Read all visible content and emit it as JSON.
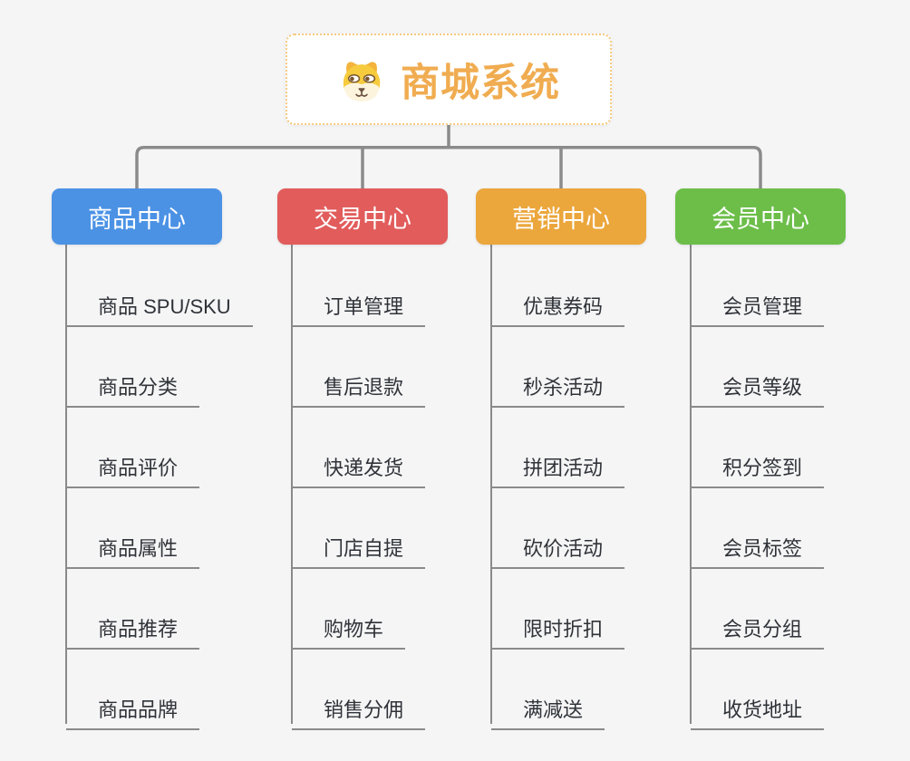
{
  "background_color": "#F5F5F6",
  "connector_color": "#8B8B8B",
  "child_connector_color": "#8A8A8A",
  "root": {
    "title": "商城系统",
    "icon": "dog-face-icon",
    "accent_color": "#F0AC50",
    "border_color": "#F5C97E"
  },
  "branches": [
    {
      "label": "商品中心",
      "color": "#4B92E5",
      "items": [
        "商品 SPU/SKU",
        "商品分类",
        "商品评价",
        "商品属性",
        "商品推荐",
        "商品品牌"
      ]
    },
    {
      "label": "交易中心",
      "color": "#E25C5C",
      "items": [
        "订单管理",
        "售后退款",
        "快递发货",
        "门店自提",
        "购物车",
        "销售分佣"
      ]
    },
    {
      "label": "营销中心",
      "color": "#EBA63C",
      "items": [
        "优惠券码",
        "秒杀活动",
        "拼团活动",
        "砍价活动",
        "限时折扣",
        "满减送"
      ]
    },
    {
      "label": "会员中心",
      "color": "#6CBE49",
      "items": [
        "会员管理",
        "会员等级",
        "积分签到",
        "会员标签",
        "会员分组",
        "收货地址"
      ]
    }
  ]
}
